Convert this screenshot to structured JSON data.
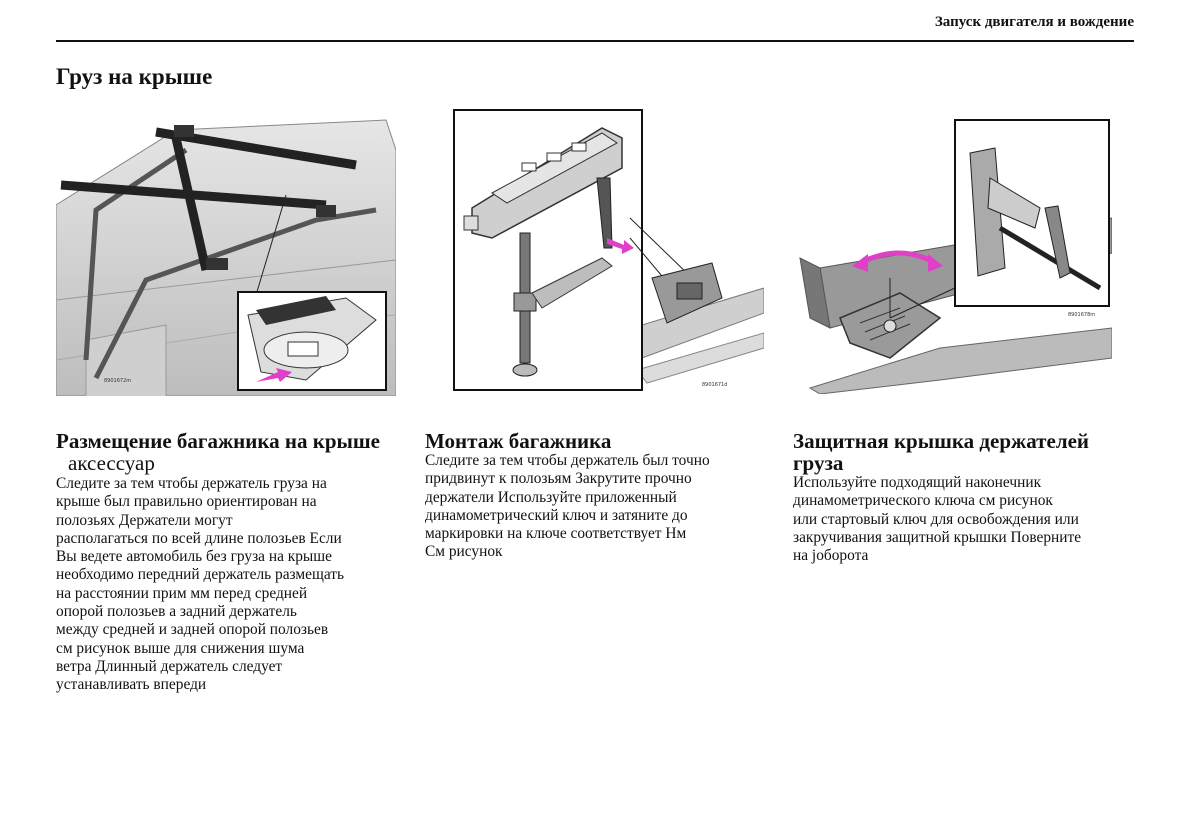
{
  "header": {
    "chapter_title": "Запуск двигателя и вождение"
  },
  "section_title": "Груз на крыше",
  "figures": [
    {
      "code": "8901672m",
      "icon": "roof-rack-crossbars-illustration"
    },
    {
      "code": "8901671d",
      "icon": "rack-mounting-clamp-illustration"
    },
    {
      "code": "8901678m",
      "icon": "protective-cover-illustration"
    }
  ],
  "columns": [
    {
      "heading": "Размещение багажника на крыше",
      "subheading": "аксессуар",
      "body": "Следите за тем  чтобы держатель груза на\nкрыше был правильно ориентирован на\nполозьях             Держатели могут\nрасполагаться по всей длине полозьев  Если\nВы ведете автомобиль без груза на крыше\nнеобходимо передний держатель размещать\nна расстоянии прим          мм перед средней\nопорой полозьев  а задний держатель\nмежду средней и задней опорой полозьев\n см  рисунок выше   для снижения шума\nветра  Длинный держатель следует\nустанавливать впереди"
    },
    {
      "heading": "Монтаж багажника",
      "body": "Следите за тем  чтобы держатель был точно\nпридвинут к полозьям  Закрутите прочно\nдержатели  Используйте приложенный\nдинамометрический ключ и затяните до\nмаркировки на ключе  соответствует    Нм\nСм  рисунок"
    },
    {
      "heading": "Защитная крышка держателей\nгруза",
      "body": "Используйте подходящий наконечник\nдинамометрического ключа  см  рисунок\nили стартовый ключ для освобождения или\nзакручивания защитной крышки  Поверните\nна јоборота"
    }
  ],
  "colors": {
    "text": "#111111",
    "rule": "#111111",
    "arrow_accent": "#e040c8",
    "illustration_gray": "#9a9a9a"
  }
}
